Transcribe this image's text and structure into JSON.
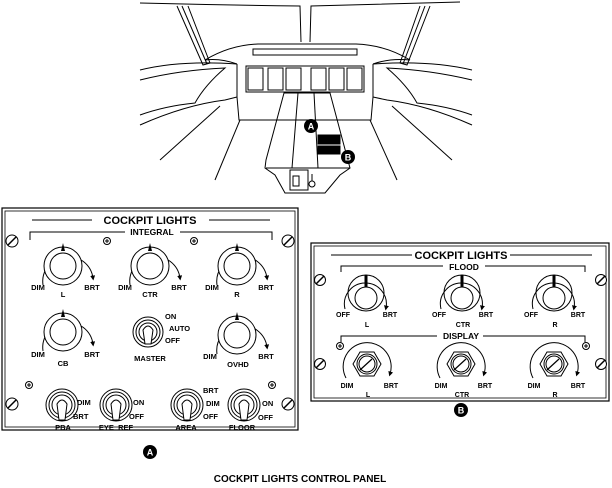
{
  "caption": "COCKPIT LIGHTS CONTROL PANEL",
  "overview": {
    "callout_a": "A",
    "callout_b": "B"
  },
  "panel_a": {
    "callout": "A",
    "title": "COCKPIT LIGHTS",
    "group_label": "INTEGRAL",
    "knobs": [
      {
        "name": "L",
        "min": "DIM",
        "max": "BRT"
      },
      {
        "name": "CTR",
        "min": "DIM",
        "max": "BRT"
      },
      {
        "name": "R",
        "min": "DIM",
        "max": "BRT"
      },
      {
        "name": "CB",
        "min": "DIM",
        "max": "BRT"
      },
      {
        "name": "OVHD",
        "min": "DIM",
        "max": "BRT"
      }
    ],
    "master_switch": {
      "name": "MASTER",
      "positions": [
        "ON",
        "AUTO",
        "OFF"
      ]
    },
    "toggles": [
      {
        "name": "PBA",
        "positions": [
          "DIM",
          "BRT"
        ]
      },
      {
        "name": "EYE  REF",
        "positions": [
          "ON",
          "OFF"
        ]
      },
      {
        "name": "AREA",
        "positions": [
          "BRT",
          "DIM",
          "OFF"
        ]
      },
      {
        "name": "FLOOR",
        "positions": [
          "ON",
          "OFF"
        ]
      }
    ]
  },
  "panel_b": {
    "callout": "B",
    "title": "COCKPIT LIGHTS",
    "flood": {
      "label": "FLOOD",
      "knobs": [
        {
          "name": "L",
          "min": "OFF",
          "max": "BRT"
        },
        {
          "name": "CTR",
          "min": "OFF",
          "max": "BRT"
        },
        {
          "name": "R",
          "min": "OFF",
          "max": "BRT"
        }
      ]
    },
    "display": {
      "label": "DISPLAY",
      "knobs": [
        {
          "name": "L",
          "min": "DIM",
          "max": "BRT"
        },
        {
          "name": "CTR",
          "min": "DIM",
          "max": "BRT"
        },
        {
          "name": "R",
          "min": "DIM",
          "max": "BRT"
        }
      ]
    }
  }
}
